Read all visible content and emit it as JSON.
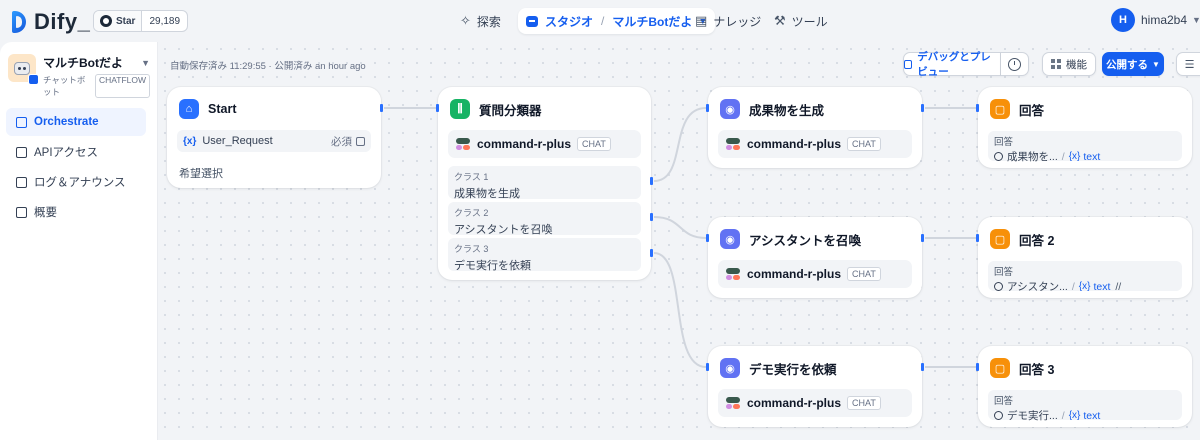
{
  "brand": {
    "logo_text": "Dify",
    "github_star_label": "Star",
    "github_star_count": "29,189"
  },
  "nav": {
    "explore": "探索",
    "studio": "スタジオ",
    "current_app": "マルチBotだよ",
    "knowledge": "ナレッジ",
    "tools": "ツール"
  },
  "user": {
    "initial": "H",
    "name": "hima2b4"
  },
  "sidebar": {
    "app_name": "マルチBotだよ",
    "app_type": "チャットボット",
    "app_mode": "CHATFLOW",
    "items": [
      {
        "label": "Orchestrate",
        "active": true
      },
      {
        "label": "APIアクセス",
        "active": false
      },
      {
        "label": "ログ＆アナウンス",
        "active": false
      },
      {
        "label": "概要",
        "active": false
      }
    ]
  },
  "canvas": {
    "autosave": "自動保存済み 11:29:55 · 公開済み an hour ago",
    "toolbar": {
      "debug_preview": "デバッグとプレビュー",
      "features": "機能",
      "publish": "公開する"
    }
  },
  "nodes": {
    "start": {
      "title": "Start",
      "var_icon": "{x}",
      "variable": "User_Request",
      "required": "必須",
      "text": "希望選択"
    },
    "classifier": {
      "title": "質問分類器",
      "model": "command-r-plus",
      "model_tag": "CHAT",
      "classes": [
        {
          "label": "クラス 1",
          "value": "成果物を生成"
        },
        {
          "label": "クラス 2",
          "value": "アシスタントを召喚"
        },
        {
          "label": "クラス 3",
          "value": "デモ実行を依頼"
        }
      ]
    },
    "llm1": {
      "title": "成果物を生成",
      "model": "command-r-plus",
      "model_tag": "CHAT"
    },
    "llm2": {
      "title": "アシスタントを召喚",
      "model": "command-r-plus",
      "model_tag": "CHAT"
    },
    "llm3": {
      "title": "デモ実行を依頼",
      "model": "command-r-plus",
      "model_tag": "CHAT"
    },
    "answer1": {
      "title": "回答",
      "label": "回答",
      "source": "成果物を...",
      "var": "text",
      "var_icon": "{x}",
      "tail": ""
    },
    "answer2": {
      "title": "回答 2",
      "label": "回答",
      "source": "アシスタン...",
      "var": "text",
      "var_icon": "{x}",
      "tail": "//"
    },
    "answer3": {
      "title": "回答 3",
      "label": "回答",
      "source": "デモ実行...",
      "var": "text",
      "var_icon": "{x}",
      "tail": ""
    }
  },
  "colors": {
    "accent": "#155eef",
    "start": "#2970ff",
    "classifier": "#16b364",
    "llm": "#6172f3",
    "answer": "#f79009"
  }
}
